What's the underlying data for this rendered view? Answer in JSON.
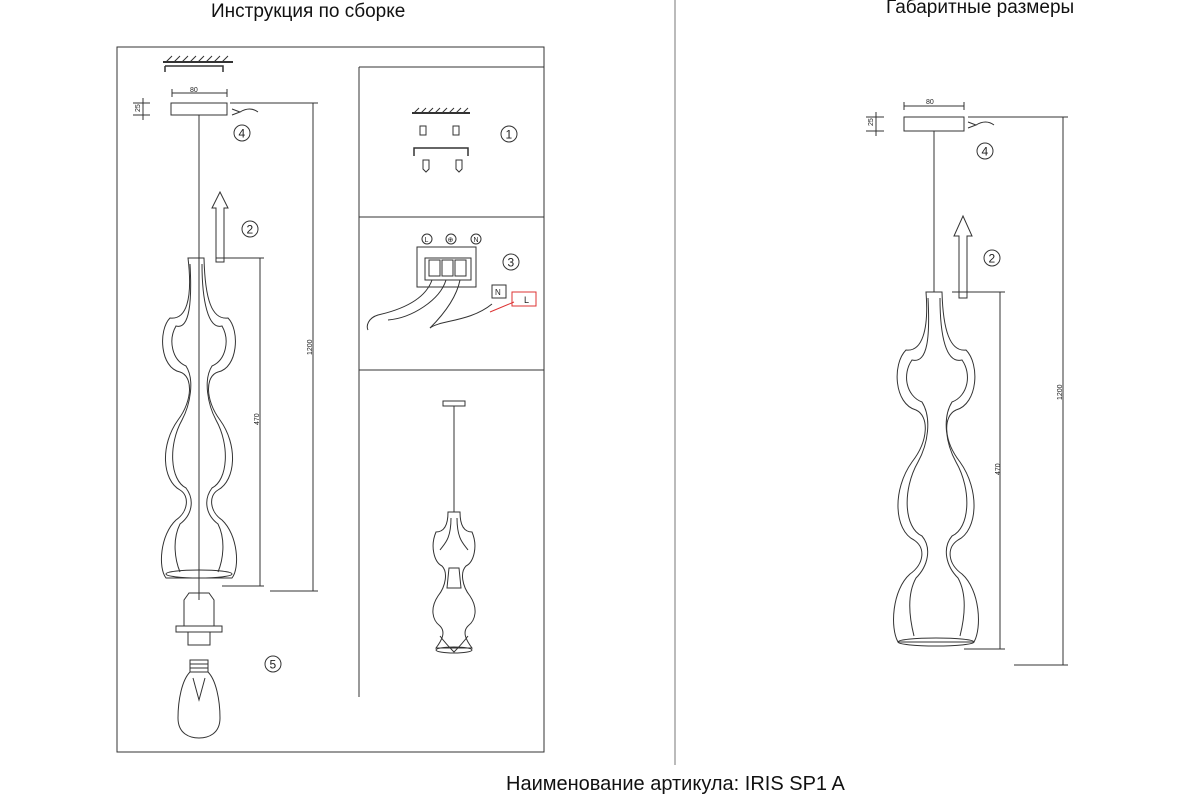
{
  "titles": {
    "assembly": "Инструкция по сборке",
    "dimensions": "Габаритные размеры",
    "article": "Наименование артикула: IRIS SP1 A"
  },
  "dims": {
    "width": "80",
    "height_canopy": "25",
    "total": "1200",
    "shade": "470"
  },
  "steps": [
    "1",
    "2",
    "3",
    "4",
    "5"
  ],
  "terminals": [
    "L",
    "⊕",
    "N"
  ],
  "wire_tags": {
    "neutral": "N",
    "live": "L"
  }
}
